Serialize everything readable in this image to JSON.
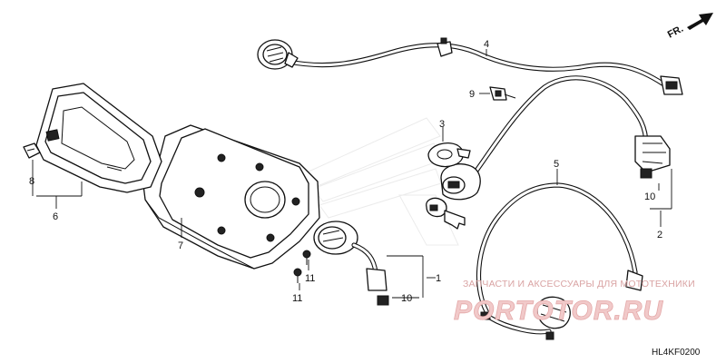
{
  "direction_label": "FR.",
  "callouts": {
    "c1": "1",
    "c2": "2",
    "c3": "3",
    "c4": "4",
    "c5": "5",
    "c6": "6",
    "c7": "7",
    "c8": "8",
    "c9": "9",
    "c10a": "10",
    "c10b": "10",
    "c11a": "11",
    "c11b": "11"
  },
  "watermark": {
    "tagline": "ЗАПЧАСТИ И АКСЕССУАРЫ ДЛЯ МОТОТЕХНИКИ",
    "brand": "PORTOTOR.RU"
  },
  "diagram_code": "HL4KF0200",
  "colors": {
    "line": "#111111",
    "watermark": "#e4a9a9"
  }
}
